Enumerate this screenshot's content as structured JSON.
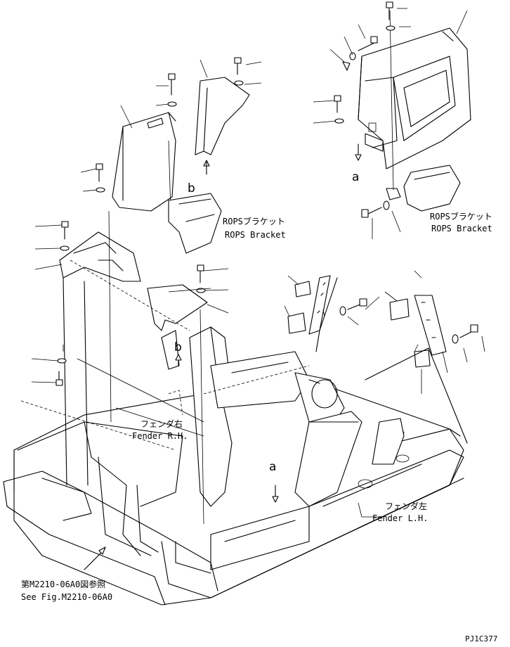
{
  "labels": {
    "rops_bracket_jp_1": "ROPSブラケット",
    "rops_bracket_en_1": "ROPS Bracket",
    "rops_bracket_jp_2": "ROPSブラケット",
    "rops_bracket_en_2": "ROPS Bracket",
    "fender_rh_jp": "フェンダ右",
    "fender_rh_en": "Fender R.H.",
    "fender_lh_jp": "フェンダ左",
    "fender_lh_en": "Fender L.H.",
    "ref_jp": "第M2210-06A0図参照",
    "ref_en": "See Fig.M2210-06A0",
    "drawing_code": "PJ1C377"
  },
  "callouts": {
    "a_upper": "a",
    "a_lower": "a",
    "b_upper": "b",
    "b_lower": "b"
  },
  "colors": {
    "line": "#000000",
    "background": "#ffffff"
  }
}
